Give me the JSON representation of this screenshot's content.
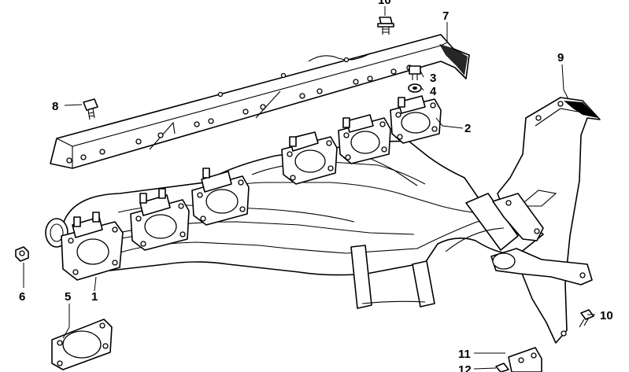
{
  "diagram": {
    "callouts": [
      {
        "id": "c1",
        "text": "1"
      },
      {
        "id": "c2",
        "text": "2"
      },
      {
        "id": "c3",
        "text": "3"
      },
      {
        "id": "c4",
        "text": "4"
      },
      {
        "id": "c5",
        "text": "5"
      },
      {
        "id": "c6",
        "text": "6"
      },
      {
        "id": "c7",
        "text": "7"
      },
      {
        "id": "c8",
        "text": "8"
      },
      {
        "id": "c9",
        "text": "9"
      },
      {
        "id": "c10a",
        "text": "10"
      },
      {
        "id": "c10b",
        "text": "10"
      },
      {
        "id": "c11",
        "text": "11"
      },
      {
        "id": "c12",
        "text": "12"
      }
    ]
  }
}
